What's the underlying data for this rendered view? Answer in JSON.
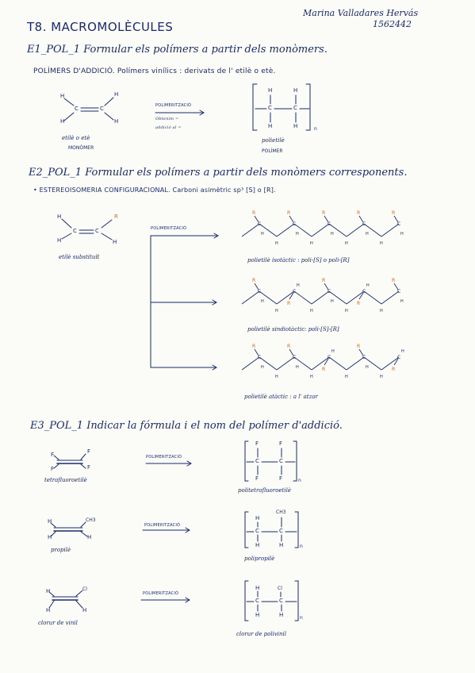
{
  "header": {
    "title": "T8. MACROMOLÈCULES",
    "author": "Marina Valladares Hervás",
    "student_id": "1562442"
  },
  "e1": {
    "heading": "E1_POL_1 Formular els polímers a partir dels monòmers.",
    "subtitle": "POLÍMERS D'ADDICIÓ. Polímers vinílics : derivats de l' etilè o etè.",
    "monomer_atoms": [
      "H",
      "H",
      "H",
      "H",
      "C",
      "C"
    ],
    "monomer_label1": "etilè o etè",
    "monomer_label2": "MONÒMER",
    "arrow_label1": "POLIMERITZACIÓ",
    "arrow_label2": "Obtenim =",
    "arrow_label3": "addició al =",
    "polymer_atoms": [
      "H",
      "H",
      "C",
      "C",
      "H",
      "H"
    ],
    "polymer_n": "n",
    "polymer_label1": "polietilè",
    "polymer_label2": "POLÍMER"
  },
  "e2": {
    "heading": "E2_POL_1 Formular els polímers a partir dels monòmers corresponents.",
    "subtitle": "• ESTEREOISOMERIA CONFIGURACIONAL. Carboni asimètric sp³ [S] o [R].",
    "monomer_atoms": [
      "H",
      "R",
      "H",
      "H",
      "C",
      "C"
    ],
    "monomer_label": "etilè substituït",
    "arrow_label": "POLIMERITZACIÓ",
    "isotactic_label": "polietilè isotàctic : poli-[S] o poli-[R]",
    "syndiotactic_label": "polietilè sindiotàctic: poli-[S]-[R]",
    "atactic_label": "polietilè atàctic : a l' atzar",
    "chain_r": "R",
    "chain_c": "C",
    "chain_h": "H"
  },
  "e3": {
    "heading": "E3_POL_1 Indicar la fórmula i el nom del polímer d'addició.",
    "arrow_label": "POLIMERITZACIÓ",
    "n": "n",
    "rows": [
      {
        "subs": [
          "F",
          "F",
          "F",
          "F"
        ],
        "monomer": "tetrafluoroetilè",
        "polymer": "politetrafluoroetilè",
        "psubs": [
          "F",
          "F",
          "C",
          "C",
          "F",
          "F"
        ]
      },
      {
        "subs": [
          "H",
          "CH3",
          "H",
          "H"
        ],
        "monomer": "propilè",
        "polymer": "polipropilè",
        "psubs": [
          "H",
          "CH3",
          "C",
          "C",
          "H",
          "H"
        ]
      },
      {
        "subs": [
          "H",
          "Cl",
          "H",
          "H"
        ],
        "monomer": "clorur de vinil",
        "polymer": "clorur de polivinil",
        "psubs": [
          "H",
          "Cl",
          "C",
          "C",
          "H",
          "H"
        ]
      }
    ]
  },
  "colors": {
    "ink": "#1a2a6c",
    "accent": "#e06a1b",
    "paper": "#fbfbf8"
  }
}
